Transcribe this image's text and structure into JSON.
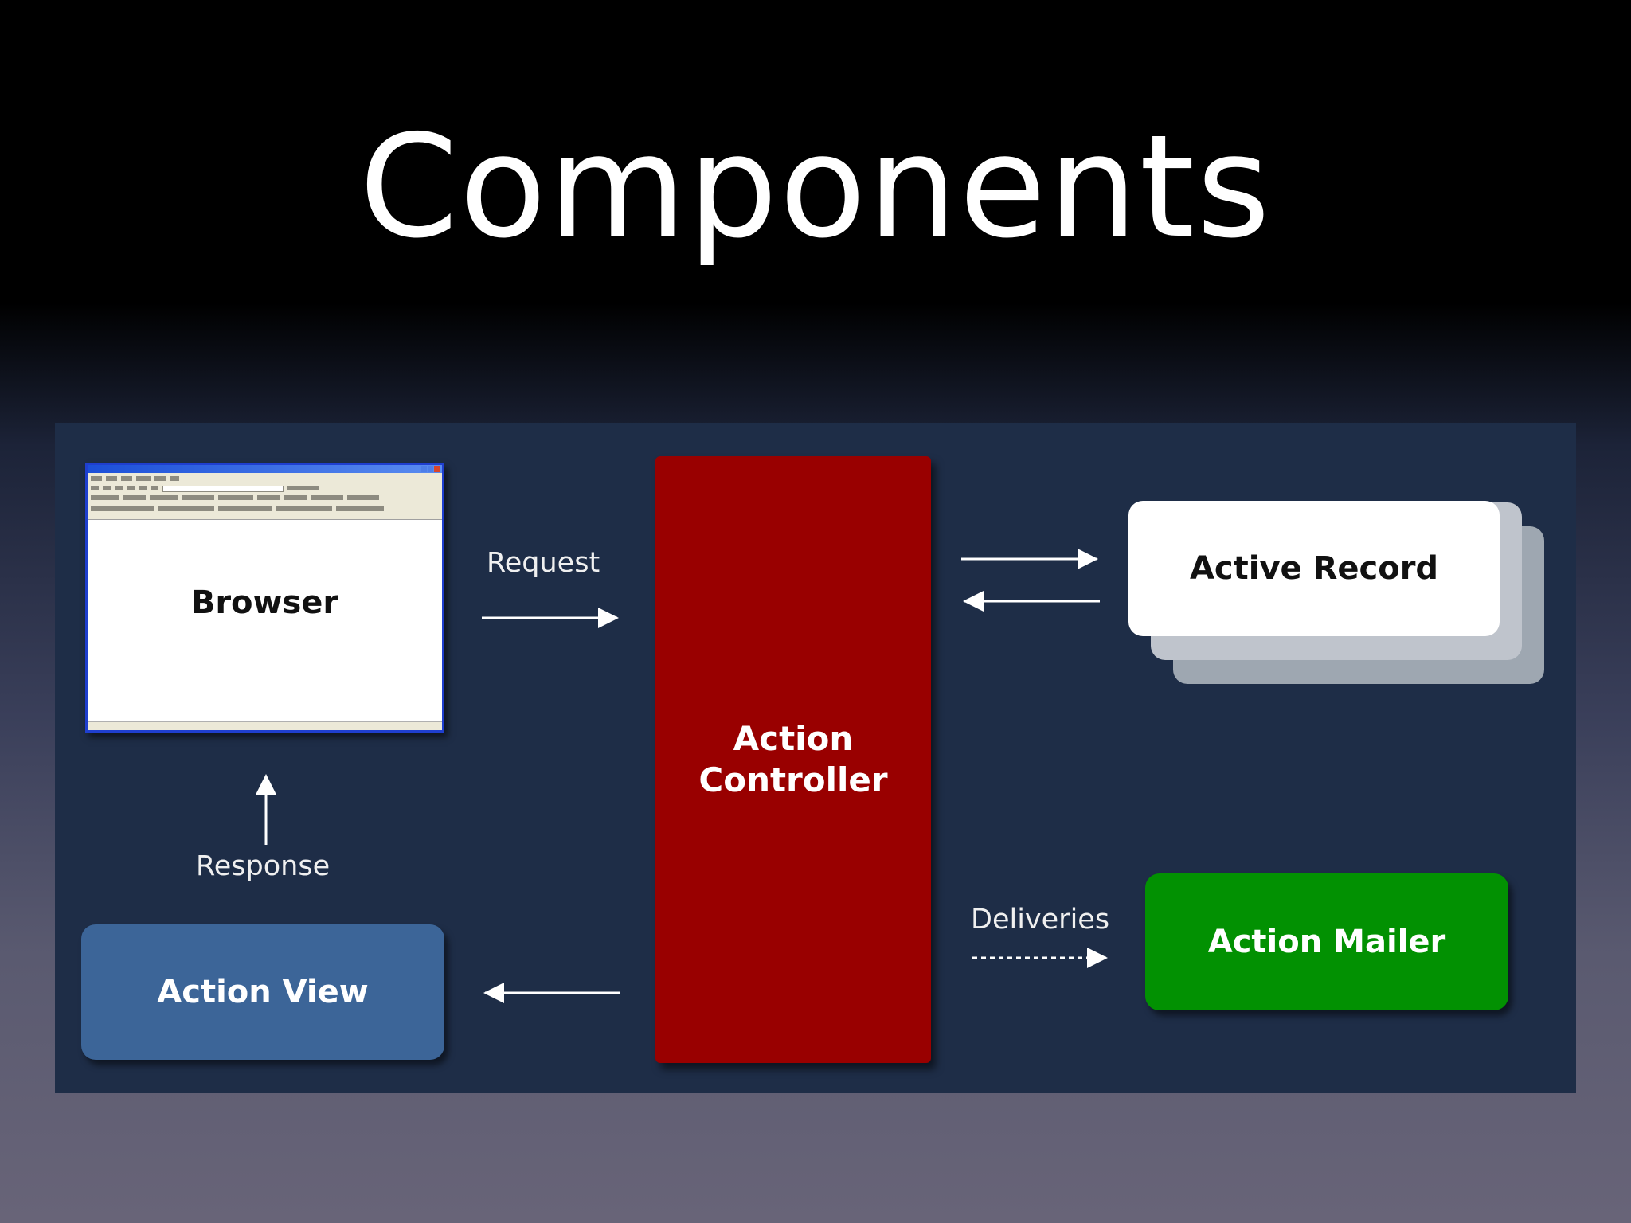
{
  "slide": {
    "title": "Components"
  },
  "diagram": {
    "nodes": {
      "browser": "Browser",
      "controller_line1": "Action",
      "controller_line2": "Controller",
      "active_record": "Active Record",
      "action_mailer": "Action Mailer",
      "action_view": "Action View"
    },
    "edges": {
      "request": "Request",
      "response": "Response",
      "deliveries": "Deliveries"
    },
    "colors": {
      "panel": "#1e2d47",
      "controller": "#990000",
      "mailer": "#029102",
      "view": "#3c6598",
      "record": "#ffffff",
      "arrow": "#ffffff"
    }
  }
}
